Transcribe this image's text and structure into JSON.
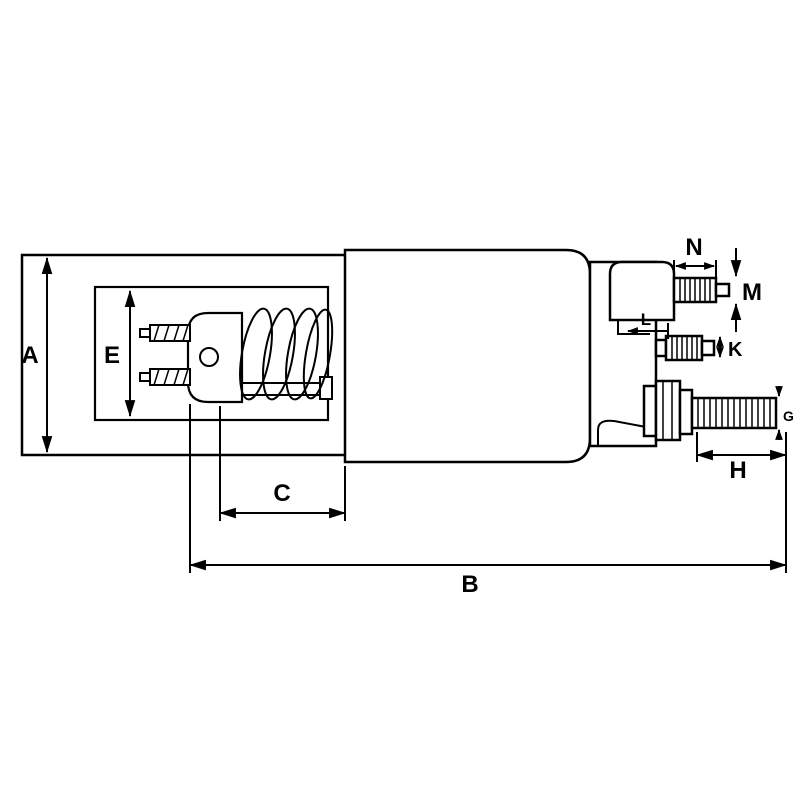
{
  "page": {
    "background": "#ffffff",
    "line_color": "#000000"
  },
  "diagram": {
    "type": "technical-drawing",
    "description": "Starter solenoid side view cutaway with dimension callouts",
    "labels": {
      "A": "A",
      "B": "B",
      "C": "C",
      "E": "E",
      "G": "G",
      "H": "H",
      "K": "K",
      "L": "L",
      "M": "M",
      "N": "N"
    }
  }
}
